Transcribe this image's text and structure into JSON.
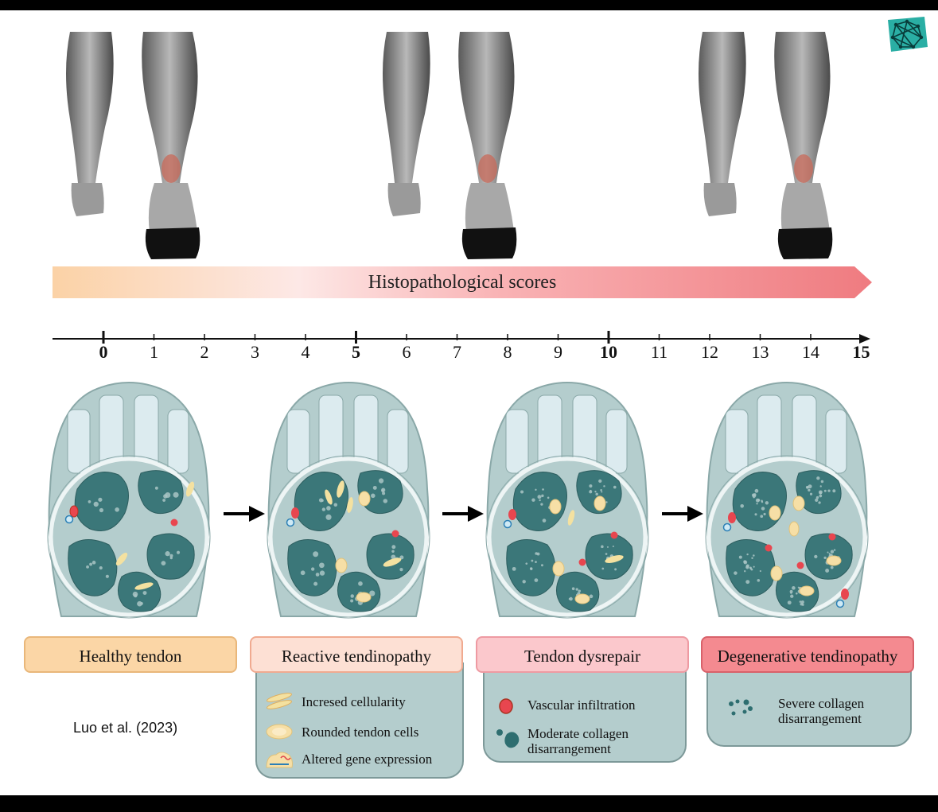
{
  "score_bar": {
    "title": "Histopathological scores"
  },
  "axis": {
    "ticks": [
      "0",
      "1",
      "2",
      "3",
      "4",
      "5",
      "6",
      "7",
      "8",
      "9",
      "10",
      "11",
      "12",
      "13",
      "14",
      "15"
    ],
    "major_ticks": [
      "0",
      "5",
      "10",
      "15"
    ]
  },
  "stages": [
    {
      "label": "Healthy tendon",
      "color": "#fbd6a6"
    },
    {
      "label": "Reactive tendinopathy",
      "color": "#fde0d4"
    },
    {
      "label": "Tendon dysrepair",
      "color": "#fbc8cc"
    },
    {
      "label": "Degenerative tendinopathy",
      "color": "#f48a90"
    }
  ],
  "legends": {
    "reactive": [
      "Incresed cellularity",
      "Rounded tendon cells",
      "Altered gene expression"
    ],
    "dysrepair": [
      "Vascular infiltration",
      "Moderate collagen disarrangement"
    ],
    "degenerative": [
      "Severe collagen disarrangement"
    ]
  },
  "citation": "Luo et al. (2023)",
  "colors": {
    "tendon_fill": "#b4cdcd",
    "fascicle": "#2e6e70",
    "vessel": "#e8464f"
  }
}
